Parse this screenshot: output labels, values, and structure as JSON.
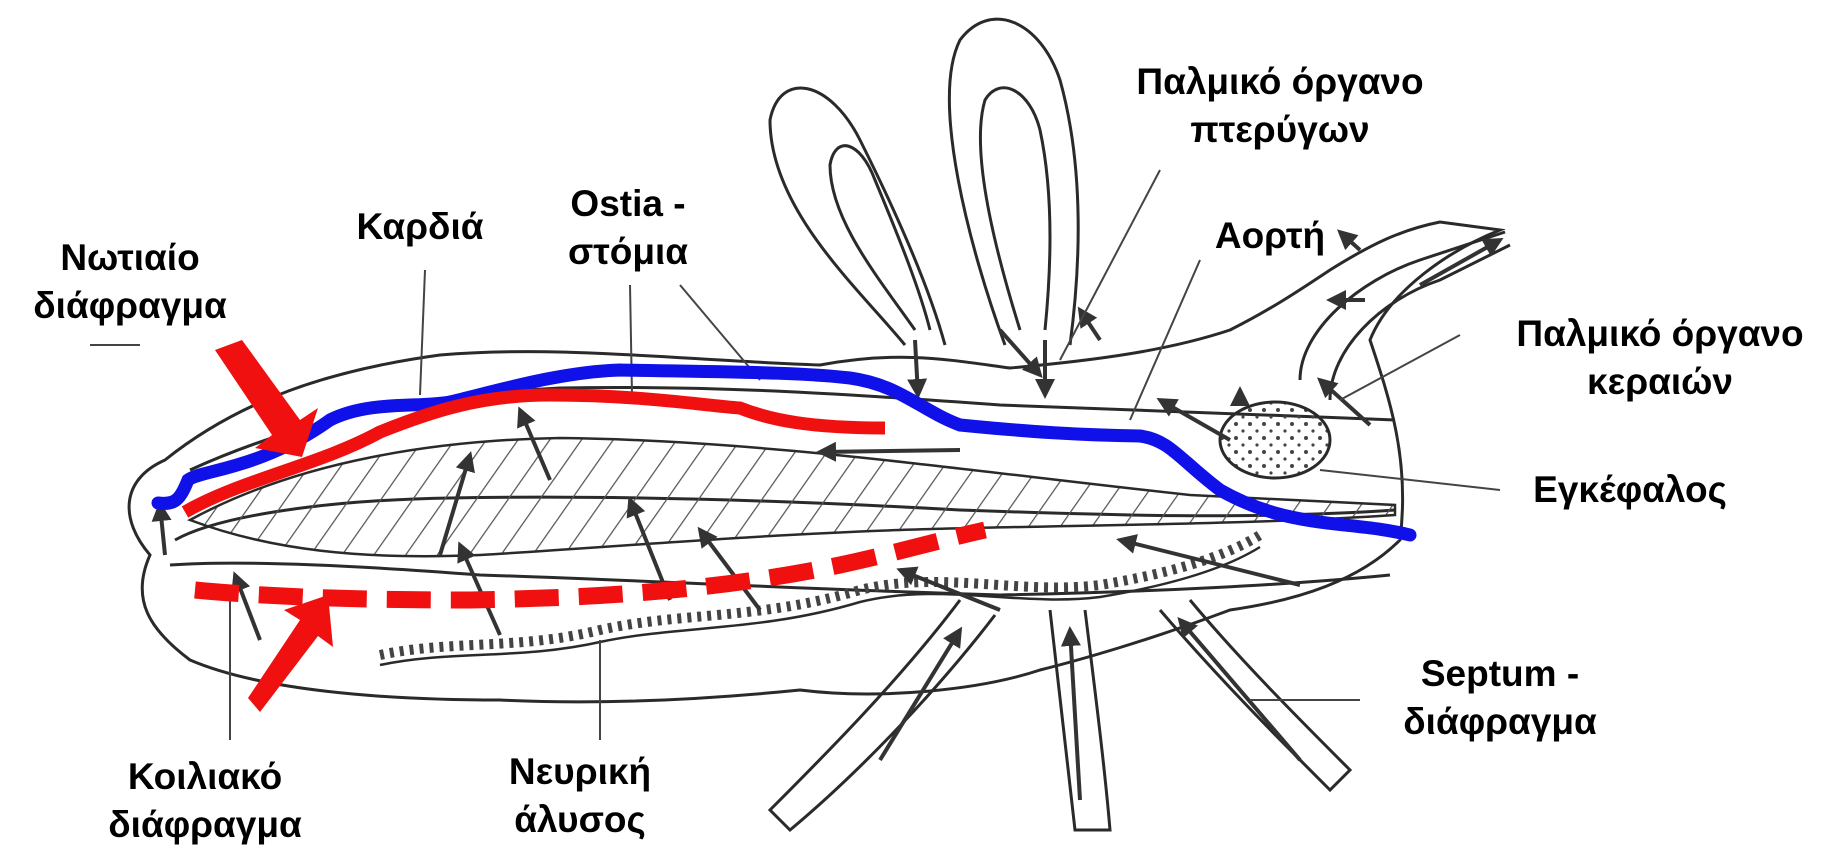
{
  "labels": {
    "dorsal_diaphragm": {
      "line1": "Νωτιαίο",
      "line2": "διάφραγμα"
    },
    "heart": {
      "line1": "Καρδιά"
    },
    "ostia": {
      "line1": "Ostia -",
      "line2": "στόμια"
    },
    "wing_pulsatile": {
      "line1": "Παλμικό όργανο",
      "line2": "πτερύγων"
    },
    "aorta": {
      "line1": "Αορτή"
    },
    "antenna_pulsatile": {
      "line1": "Παλμικό όργανο",
      "line2": "κεραιών"
    },
    "brain": {
      "line1": "Εγκέφαλος"
    },
    "septum": {
      "line1": "Septum -",
      "line2": "διάφραγμα"
    },
    "ventral_diaphragm": {
      "line1": "Κοιλιακό",
      "line2": "διάφραγμα"
    },
    "nerve_cord": {
      "line1": "Νευρική",
      "line2": "άλυσος"
    }
  },
  "colors": {
    "outline": "#2a2a2a",
    "dorsal_line": "#1010e8",
    "diaphragm_line": "#f01010",
    "arrow": "#3a3a3a",
    "hatch": "#555555"
  },
  "icons": [
    "arrow-icon"
  ]
}
